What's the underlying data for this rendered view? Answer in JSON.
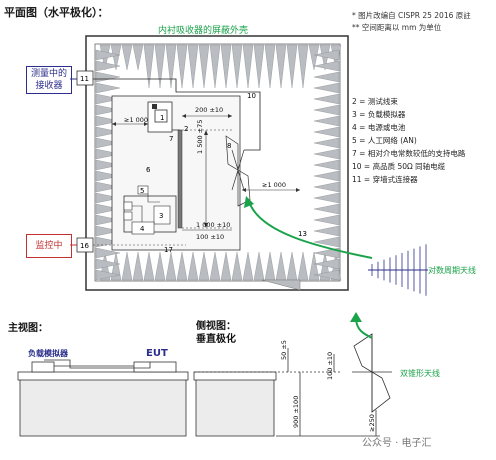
{
  "plan": {
    "title": "平面图（水平极化）：",
    "shield_label": "内衬吸收器的屏蔽外壳",
    "receiver_label": "测量中的\n接收器",
    "monitor_label": "监控中",
    "log_antenna_label": "对数周期天线",
    "biconical_label": "双锥形天线",
    "dim_200": "200 ±10",
    "dim_1000_left": "≥1 000",
    "dim_1500": "1 500 ±75",
    "dim_1000_right": "≥1 000",
    "dim_1000_bottom": "1 000 ±10",
    "dim_100": "100 ±10",
    "numbers": [
      "1",
      "2",
      "3",
      "4",
      "5",
      "6",
      "7",
      "8",
      "10",
      "11",
      "13",
      "16",
      "17"
    ]
  },
  "notes": {
    "line1": "* 图片改编自 CISPR 25 2016 原註",
    "line2": "** 空间距离以 mm 为单位"
  },
  "legend": [
    "2 = 测试线束",
    "3 = 负载模拟器",
    "4 = 电源或电池",
    "5 = 人工网络 (AN)",
    "7 = 相对介电常数较低的支持电路",
    "10 = 高品质 50Ω 同轴电缆",
    "11 = 穿墙式连接器"
  ],
  "front": {
    "title": "主视图：",
    "load_label": "负载模拟器",
    "eut_label": "EUT"
  },
  "side": {
    "title": "侧视图：",
    "subtitle": "垂直极化",
    "dim_50": "50 ±5",
    "dim_100": "100 ±10",
    "dim_900": "900 ±100",
    "dim_250": "≥250"
  },
  "watermark": "公众号 · 电子汇",
  "colors": {
    "absorber": "#b9bcc0",
    "green": "#1aa34a",
    "red": "#c3312f",
    "blue": "#2b2e8a"
  }
}
